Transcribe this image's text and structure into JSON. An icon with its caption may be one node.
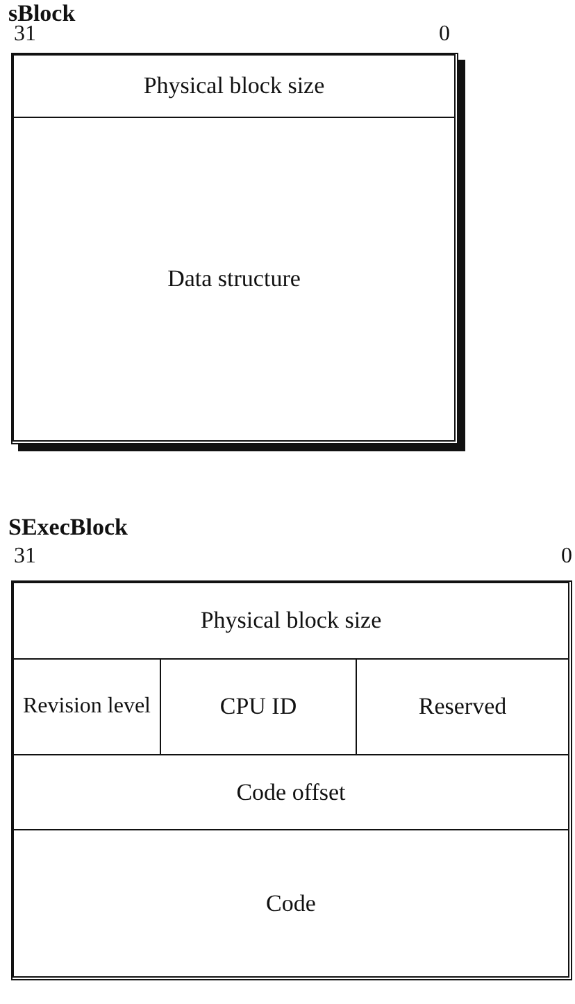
{
  "diagram": {
    "nodes": [
      {
        "text": [
          "sBlock"
        ]
      },
      {
        "text": [
          "Physical block size"
        ],
        "in": 0
      },
      {
        "text": [
          "Data structure"
        ],
        "in": 0
      },
      {
        "text": [
          "SExecBlock"
        ]
      },
      {
        "text": [
          "Physical block size"
        ],
        "in": 3
      },
      {
        "text": [
          "Revision level"
        ],
        "in": 3
      },
      {
        "text": [
          "CPU ID"
        ],
        "in": 3
      },
      {
        "text": [
          "Reserved"
        ],
        "in": 3
      },
      {
        "text": [
          "Code offset"
        ],
        "in": 3
      },
      {
        "text": [
          "Code"
        ],
        "in": 3
      }
    ],
    "labels": [
      "31",
      "0",
      "31",
      "0"
    ]
  }
}
